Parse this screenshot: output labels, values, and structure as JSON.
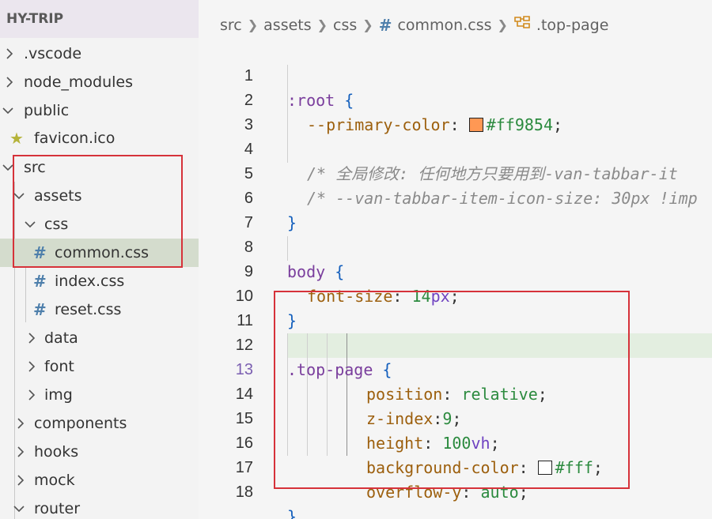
{
  "explorer": {
    "title": "HY-TRIP",
    "items": [
      {
        "label": ".vscode",
        "type": "folder",
        "state": "collapsed"
      },
      {
        "label": "node_modules",
        "type": "folder",
        "state": "collapsed"
      },
      {
        "label": "public",
        "type": "folder",
        "state": "expanded"
      },
      {
        "label": "favicon.ico",
        "type": "file",
        "icon": "star-icon"
      },
      {
        "label": "src",
        "type": "folder",
        "state": "expanded"
      },
      {
        "label": "assets",
        "type": "folder",
        "state": "expanded"
      },
      {
        "label": "css",
        "type": "folder",
        "state": "expanded"
      },
      {
        "label": "common.css",
        "type": "file",
        "icon": "css-hash-icon",
        "active": true
      },
      {
        "label": "index.css",
        "type": "file",
        "icon": "css-hash-icon"
      },
      {
        "label": "reset.css",
        "type": "file",
        "icon": "css-hash-icon"
      },
      {
        "label": "data",
        "type": "folder",
        "state": "collapsed"
      },
      {
        "label": "font",
        "type": "folder",
        "state": "collapsed"
      },
      {
        "label": "img",
        "type": "folder",
        "state": "collapsed"
      },
      {
        "label": "components",
        "type": "folder",
        "state": "collapsed"
      },
      {
        "label": "hooks",
        "type": "folder",
        "state": "collapsed"
      },
      {
        "label": "mock",
        "type": "folder",
        "state": "collapsed"
      },
      {
        "label": "router",
        "type": "folder",
        "state": "expanded"
      }
    ]
  },
  "breadcrumb": {
    "parts": [
      "src",
      "assets",
      "css"
    ],
    "file_hash": "#",
    "file": "common.css",
    "symbol": ".top-page"
  },
  "code": {
    "line_numbers": [
      "1",
      "2",
      "3",
      "4",
      "5",
      "6",
      "7",
      "8",
      "9",
      "10",
      "11",
      "12",
      "13",
      "14",
      "15",
      "16",
      "17",
      "18"
    ],
    "root_selector": ":root",
    "open_brace": "{",
    "close_brace": "}",
    "primary_prop": "--primary-color",
    "primary_value": "#ff9854",
    "comment1": "/* 全局修改: 任何地方只要用到-van-tabbar-it",
    "comment2": "/* --van-tabbar-item-icon-size: 30px !imp",
    "body_selector": "body",
    "font_size_prop": "font-size",
    "font_size_num": "14",
    "font_size_unit": "px",
    "top_selector": ".top-page",
    "position_prop": "position",
    "position_val": "relative",
    "zindex_prop": "z-index",
    "zindex_val": "9",
    "height_prop": "height",
    "height_num": "100",
    "height_unit": "vh",
    "bg_prop": "background-color",
    "bg_val": "#fff",
    "overflow_prop": "overflow-y",
    "overflow_val": "auto",
    "colon": ":",
    "colon_space": ": ",
    "semicolon": ";"
  },
  "colors": {
    "primary_swatch": "#ff9854",
    "bg_swatch": "#ffffff",
    "annotation_box": "#d6323a",
    "active_row": "#d4dccd"
  }
}
